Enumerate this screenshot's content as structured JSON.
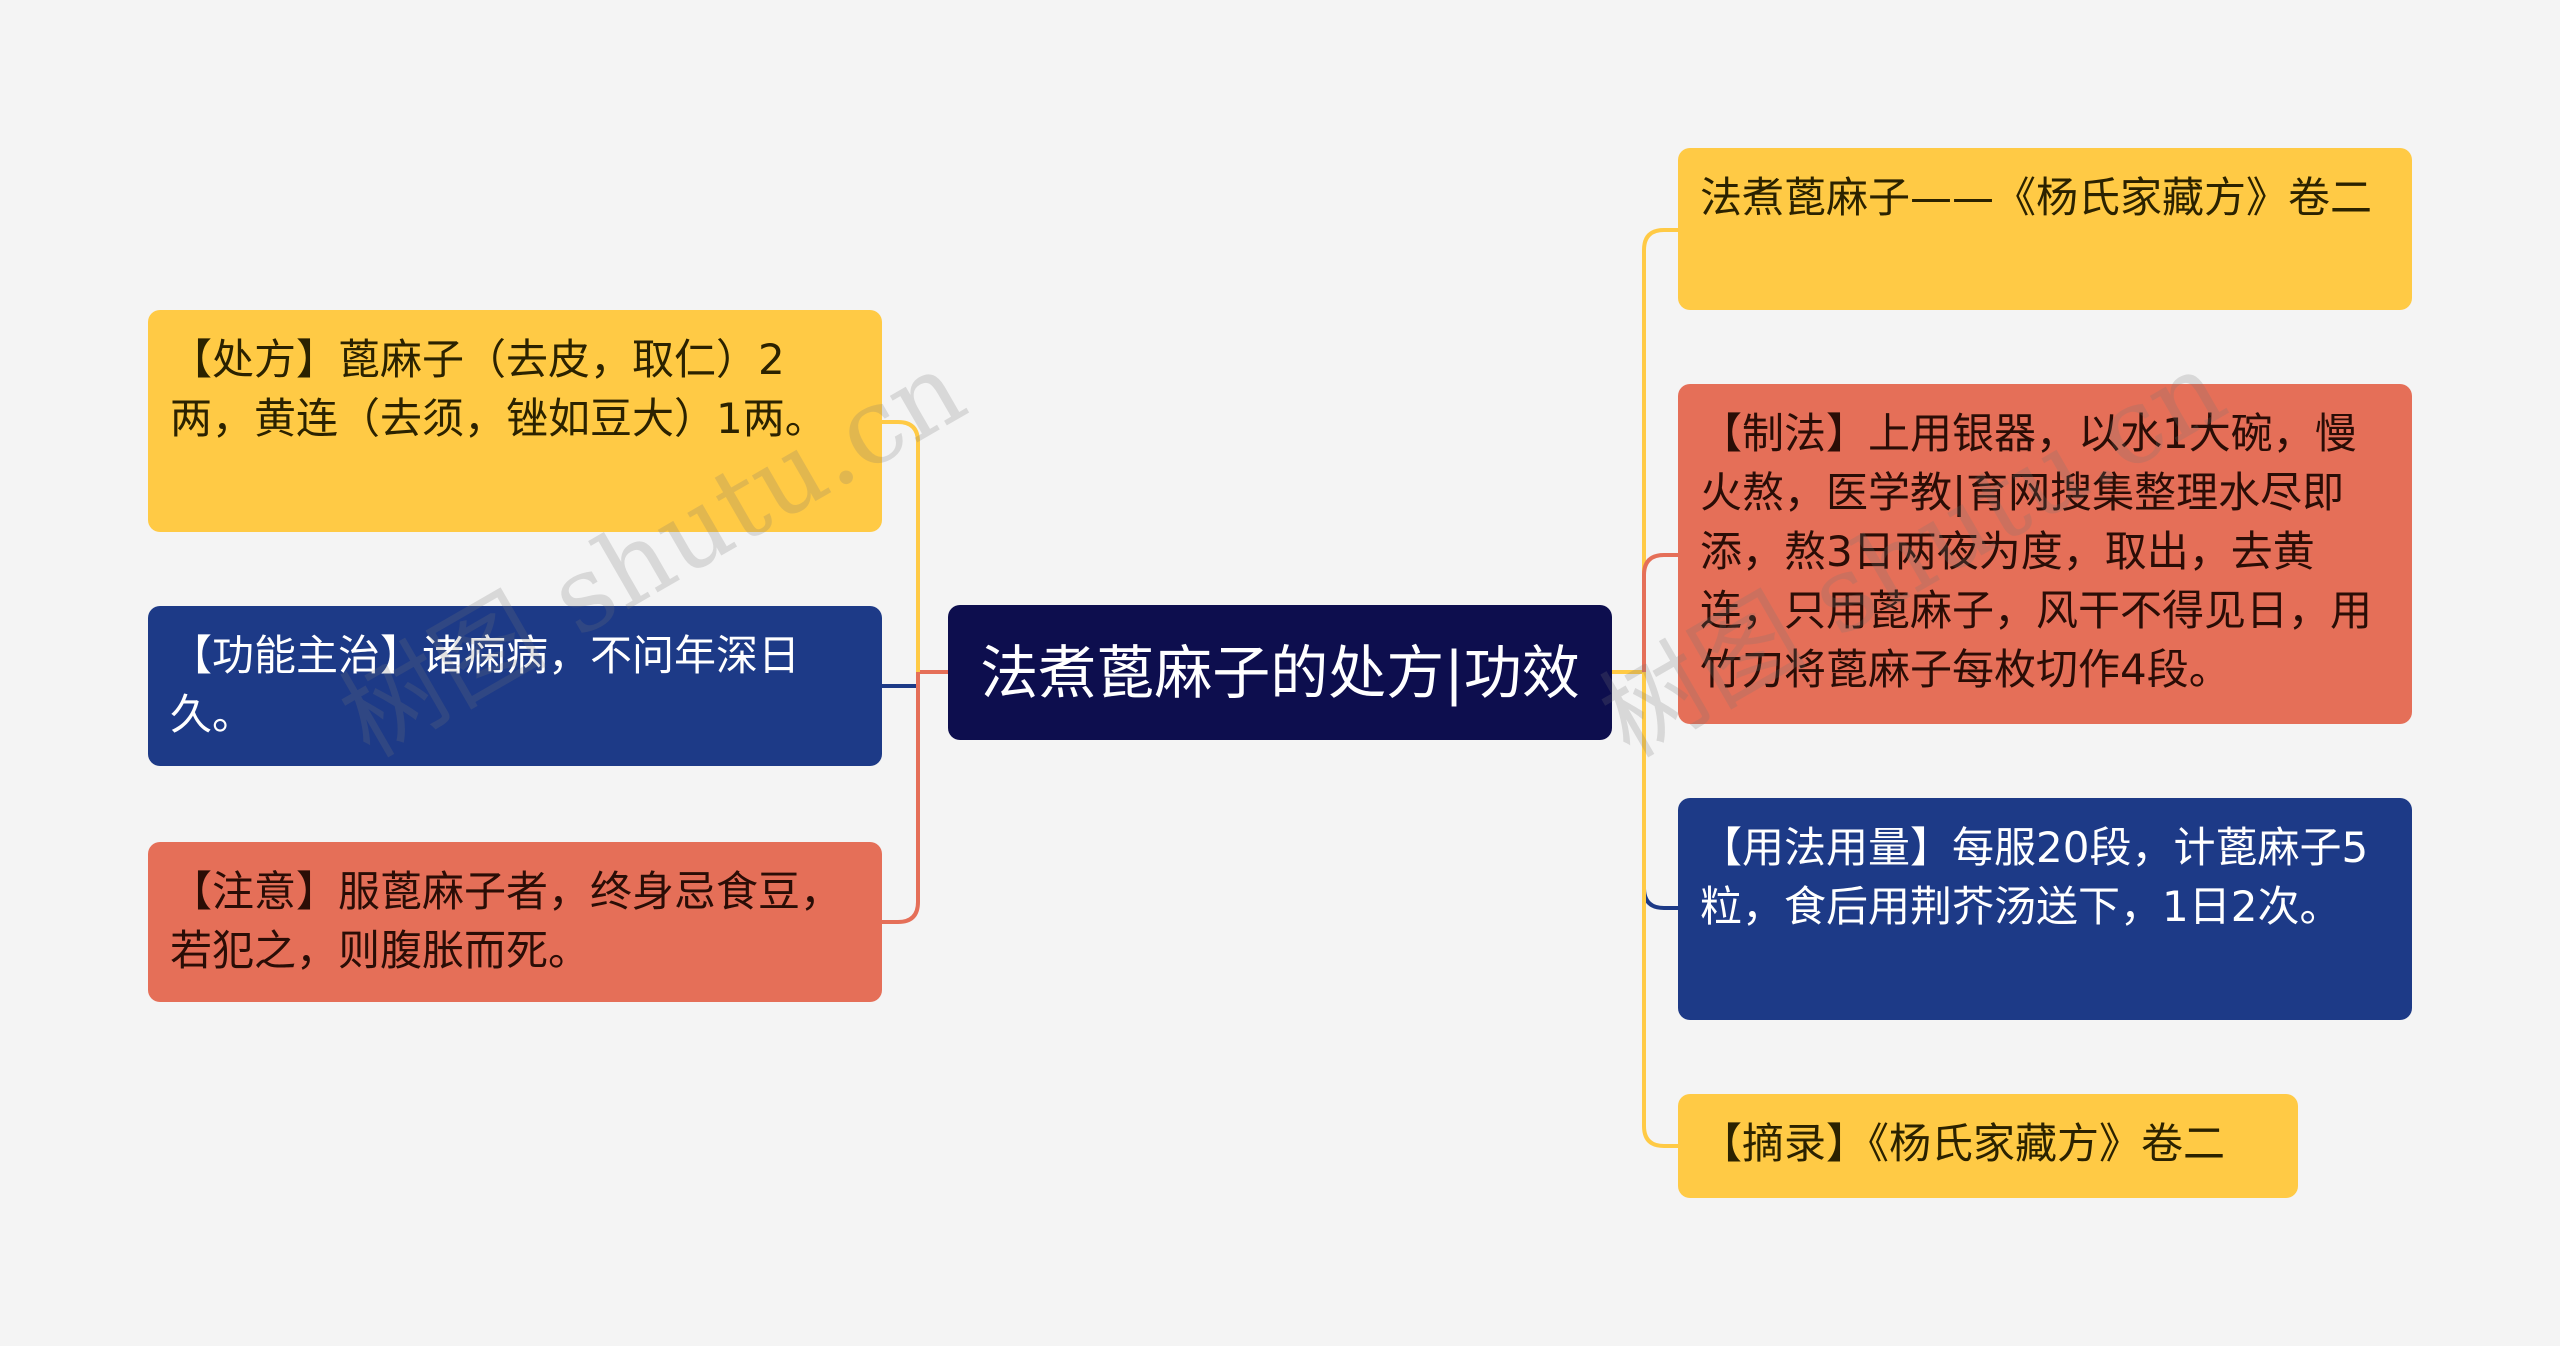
{
  "root": {
    "title": "法煮蓖麻子的处方|功效"
  },
  "left_branches": [
    {
      "text": "【处方】蓖麻子（去皮，取仁）2两，黄连（去须，锉如豆大）1两。",
      "color": "#ffca45"
    },
    {
      "text": "【功能主治】诸痫病，不问年深日久。",
      "color": "#1d3a87"
    },
    {
      "text": "【注意】服蓖麻子者，终身忌食豆，若犯之，则腹胀而死。",
      "color": "#e56f58"
    }
  ],
  "right_branches": [
    {
      "text": "法煮蓖麻子——《杨氏家藏方》卷二",
      "color": "#ffca45"
    },
    {
      "text": "【制法】上用银器，以水1大碗，慢火熬，医学教|育网搜集整理水尽即添，熬3日两夜为度，取出，去黄连，只用蓖麻子，风干不得见日，用竹刀将蓖麻子每枚切作4段。",
      "color": "#e56f58"
    },
    {
      "text": "【用法用量】每服20段，计蓖麻子5粒，食后用荆芥汤送下，1日2次。",
      "color": "#1d3a87"
    },
    {
      "text": "【摘录】《杨氏家藏方》卷二",
      "color": "#ffca45"
    }
  ],
  "watermark": {
    "text": "树图 shutu.cn"
  }
}
